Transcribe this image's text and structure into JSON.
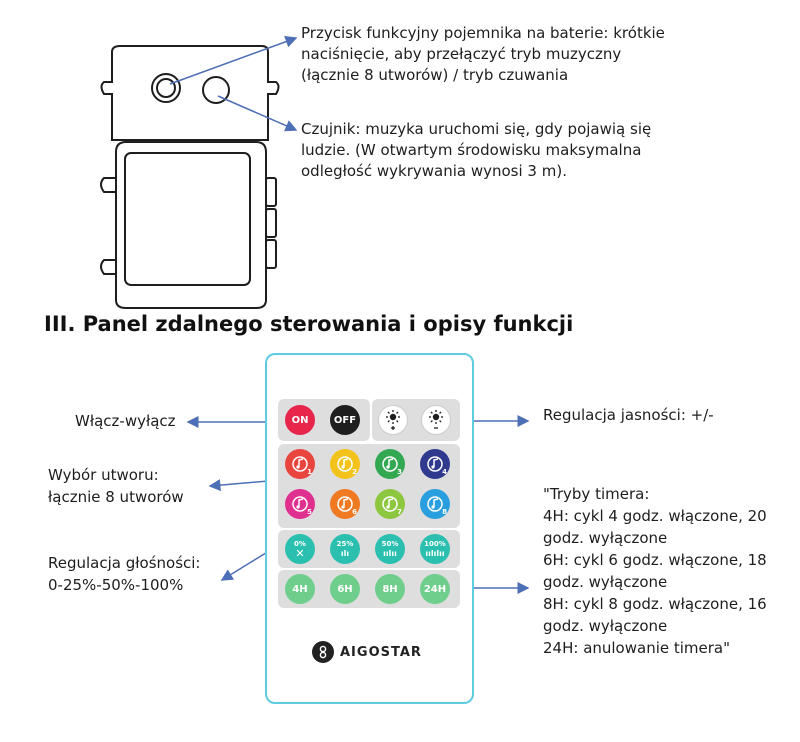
{
  "device_callouts": {
    "button_desc": [
      "Przycisk funkcyjny pojemnika na baterie: krótkie",
      "naciśnięcie, aby przełączyć tryb muzyczny",
      "(łącznie 8 utworów) / tryb czuwania"
    ],
    "sensor_desc": [
      "Czujnik: muzyka uruchomi się, gdy pojawią się",
      "ludzie. (W otwartym środowisku maksymalna",
      "odległość wykrywania wynosi 3 m)."
    ]
  },
  "section_title": "III. Panel zdalnego sterowania i opisy funkcji",
  "labels": {
    "power": "Włącz-wyłącz",
    "track_select": [
      "Wybór utworu:",
      "łącznie 8 utworów"
    ],
    "volume": [
      "Regulacja głośności:",
      "0-25%-50%-100%"
    ],
    "brightness": "Regulacja jasności: +/-",
    "timer": [
      "\"Tryby timera:",
      "4H: cykl 4 godz. włączone, 20",
      "godz. wyłączone",
      "6H: cykl 6 godz. włączone, 18",
      "godz. wyłączone",
      "8H: cykl 8 godz. włączone, 16",
      "godz. wyłączone",
      "24H: anulowanie timera\""
    ]
  },
  "remote": {
    "on_label": "ON",
    "off_label": "OFF",
    "music_colors": [
      "#e9453f",
      "#f3c21b",
      "#33a852",
      "#2f3a8f",
      "#e0308f",
      "#f07a22",
      "#8dc63f",
      "#2a9fe0"
    ],
    "volume_buttons": [
      "0%",
      "25%",
      "50%",
      "100%"
    ],
    "volume_color": "#2bbfb0",
    "timer_buttons": [
      "4H",
      "6H",
      "8H",
      "24H"
    ],
    "timer_color": "#6fce8c",
    "brand": "AIGOSTAR"
  },
  "colors": {
    "arrow": "#4d6fb5",
    "remote_border": "#5fcbe0",
    "on": "#e8264a",
    "off": "#1e1e1e"
  }
}
